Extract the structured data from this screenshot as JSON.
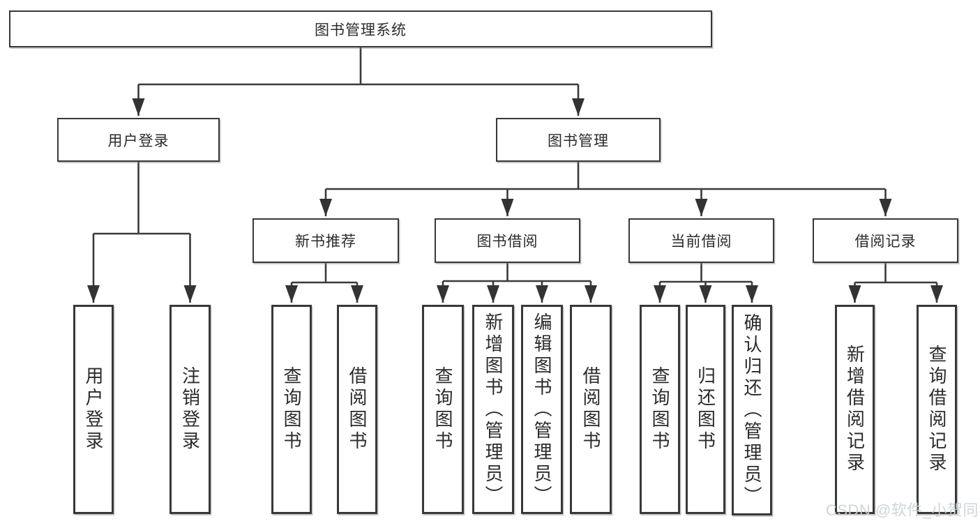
{
  "diagram": {
    "root": {
      "label": "图书管理系统"
    },
    "level2": [
      {
        "label": "用户登录",
        "leaves": [
          "用户登录",
          "注销登录"
        ]
      },
      {
        "label": "图书管理",
        "level3": [
          {
            "label": "新书推荐",
            "leaves": [
              "查询图书",
              "借阅图书"
            ]
          },
          {
            "label": "图书借阅",
            "leaves": [
              "查询图书",
              "新增图书（管理员）",
              "编辑图书（管理员）",
              "借阅图书"
            ]
          },
          {
            "label": "当前借阅",
            "leaves": [
              "查询图书",
              "归还图书",
              "确认归还（管理员）"
            ]
          },
          {
            "label": "借阅记录",
            "leaves": [
              "新增借阅记录",
              "查询借阅记录"
            ]
          }
        ]
      }
    ]
  },
  "watermark": {
    "text": "CSDN @软件_小贺同学"
  },
  "colors": {
    "line": "#3a3a3a",
    "box_border": "#383838",
    "text": "#2b2b2b",
    "watermark": "#ccd2d6",
    "background": "#ffffff"
  }
}
